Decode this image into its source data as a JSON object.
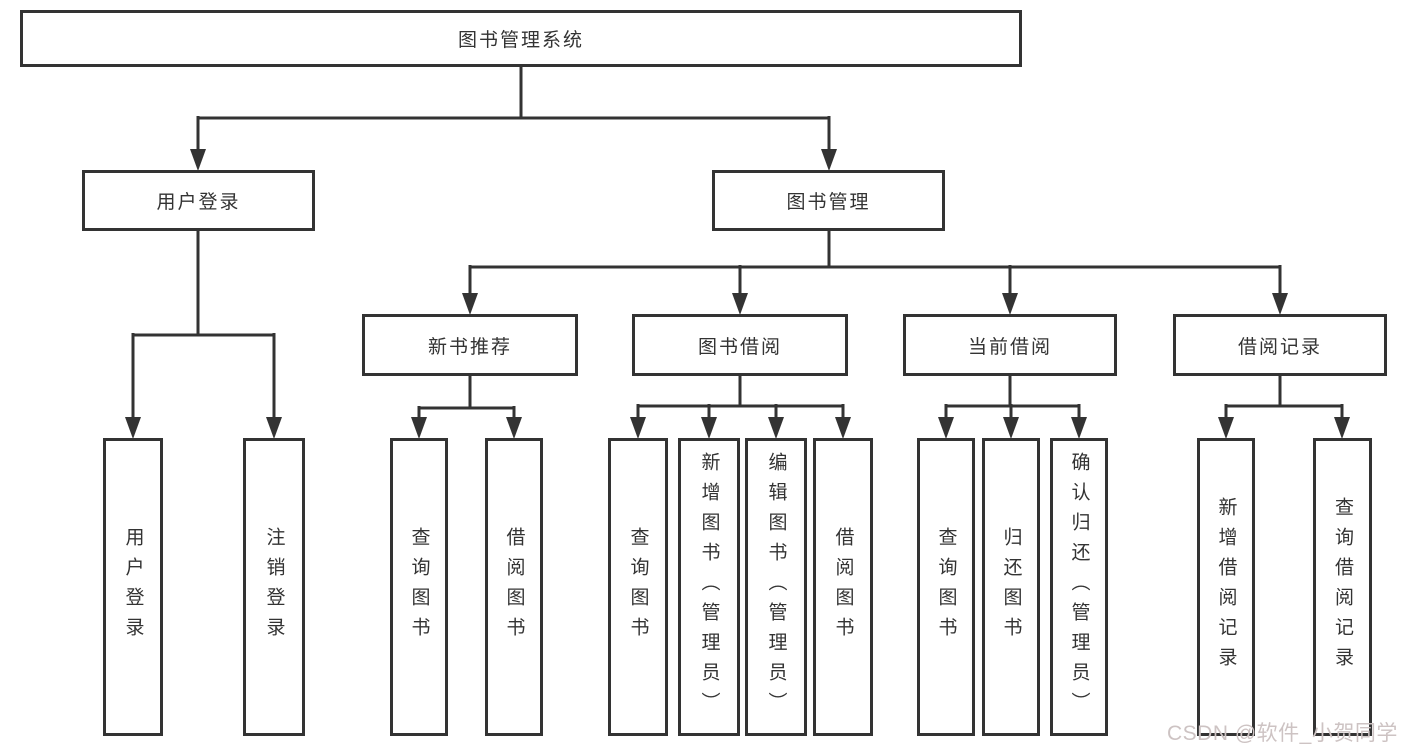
{
  "diagram": {
    "root": {
      "label": "图书管理系统"
    },
    "level2": [
      {
        "id": "user-login",
        "label": "用户登录"
      },
      {
        "id": "book-management",
        "label": "图书管理"
      }
    ],
    "level3": [
      {
        "id": "new-book-recommend",
        "parent": "book-management",
        "label": "新书推荐"
      },
      {
        "id": "book-borrow",
        "parent": "book-management",
        "label": "图书借阅"
      },
      {
        "id": "current-borrow",
        "parent": "book-management",
        "label": "当前借阅"
      },
      {
        "id": "borrow-records",
        "parent": "book-management",
        "label": "借阅记录"
      }
    ],
    "leaves": [
      {
        "parent": "user-login",
        "label": "用户登录"
      },
      {
        "parent": "user-login",
        "label": "注销登录"
      },
      {
        "parent": "new-book-recommend",
        "label": "查询图书"
      },
      {
        "parent": "new-book-recommend",
        "label": "借阅图书"
      },
      {
        "parent": "book-borrow",
        "label": "查询图书"
      },
      {
        "parent": "book-borrow",
        "label": "新增图书（管理员）"
      },
      {
        "parent": "book-borrow",
        "label": "编辑图书（管理员）"
      },
      {
        "parent": "book-borrow",
        "label": "借阅图书"
      },
      {
        "parent": "current-borrow",
        "label": "查询图书"
      },
      {
        "parent": "current-borrow",
        "label": "归还图书"
      },
      {
        "parent": "current-borrow",
        "label": "确认归还（管理员）"
      },
      {
        "parent": "borrow-records",
        "label": "新增借阅记录"
      },
      {
        "parent": "borrow-records",
        "label": "查询借阅记录"
      }
    ]
  },
  "watermark": {
    "text": "CSDN @软件_小贺同学"
  },
  "colors": {
    "line": "#333333",
    "text": "#333333",
    "background": "#ffffff",
    "watermark": "#cdc3c3"
  }
}
